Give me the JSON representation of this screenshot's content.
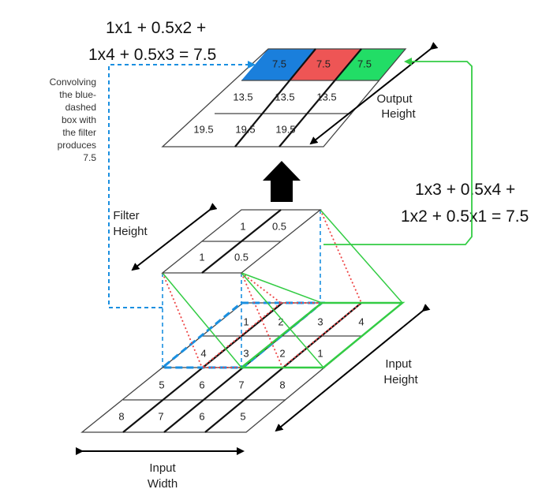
{
  "equations": {
    "top_line1": "1x1 + 0.5x2 +",
    "top_line2": "1x4 + 0.5x3 = 7.5",
    "right_line1": "1x3 + 0.5x4 +",
    "right_line2": "1x2 + 0.5x1 = 7.5"
  },
  "note": [
    "Convolving",
    "the blue-",
    "dashed",
    "box with",
    "the filter",
    "produces",
    "7.5"
  ],
  "output": {
    "rows": [
      [
        "7.5",
        "7.5",
        "7.5"
      ],
      [
        "13.5",
        "13.5",
        "13.5"
      ],
      [
        "19.5",
        "19.5",
        "19.5"
      ]
    ],
    "colors": [
      "#1a7fdc",
      "#ee5555",
      "#22dd66"
    ],
    "label": [
      "Output",
      "Height"
    ]
  },
  "filter": {
    "rows": [
      [
        "1",
        "0.5"
      ],
      [
        "1",
        "0.5"
      ]
    ],
    "label": [
      "Filter",
      "Height"
    ]
  },
  "input": {
    "rows": [
      [
        "1",
        "2",
        "3",
        "4"
      ],
      [
        "4",
        "3",
        "2",
        "1"
      ],
      [
        "5",
        "6",
        "7",
        "8"
      ],
      [
        "8",
        "7",
        "6",
        "5"
      ]
    ],
    "height_label": [
      "Input",
      "Height"
    ],
    "width_label": [
      "Input",
      "Width"
    ]
  },
  "colors": {
    "blue": "#1a8fe0",
    "red": "#ee4444",
    "green": "#33cc44",
    "arrow": "#000000"
  }
}
